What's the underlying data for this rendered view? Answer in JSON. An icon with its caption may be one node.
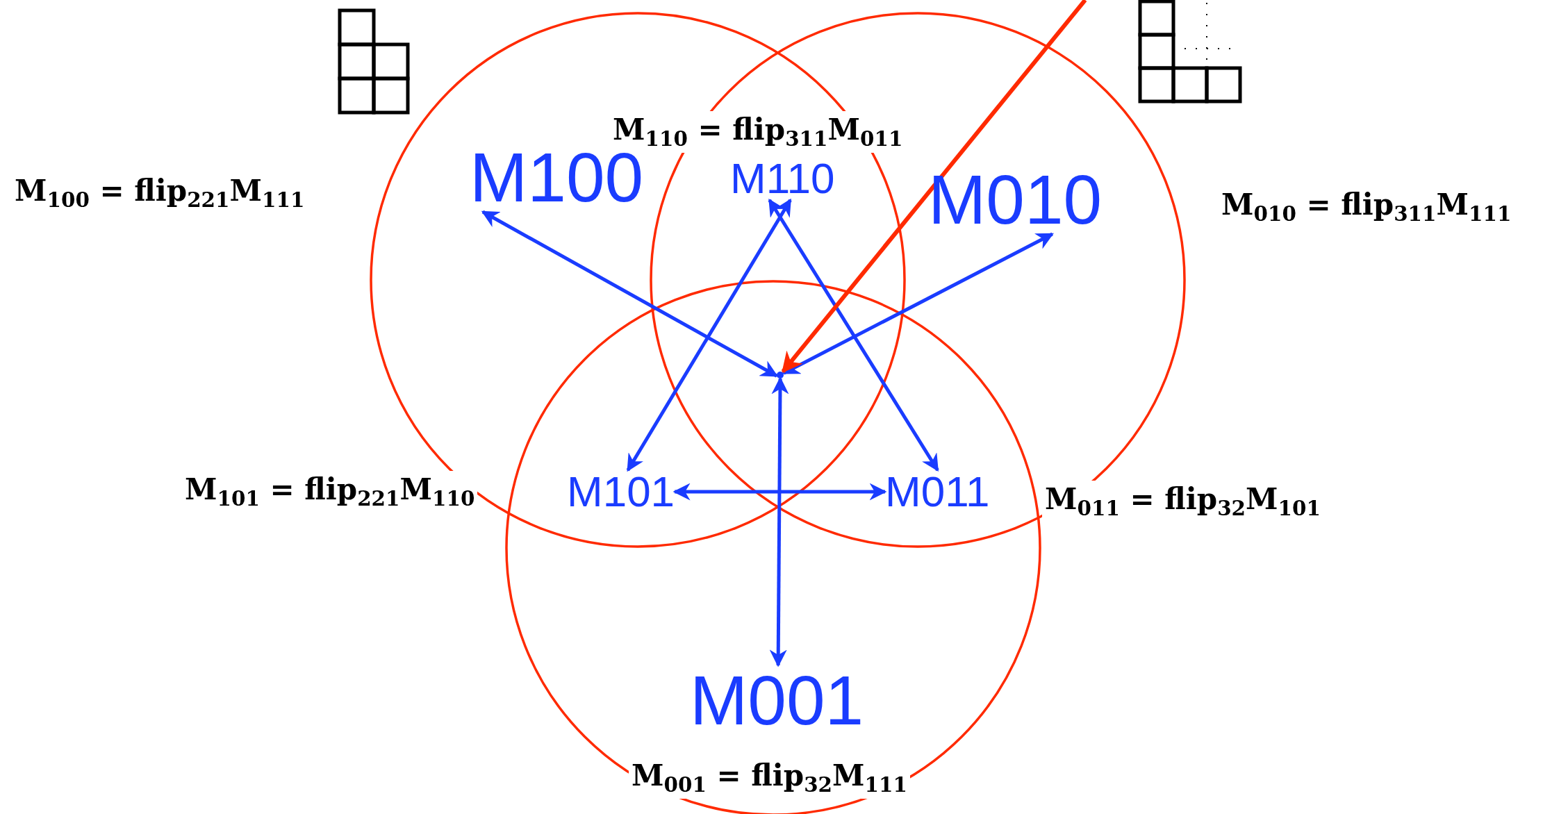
{
  "diagram": {
    "nodes": [
      {
        "text": [
          "M100"
        ]
      },
      {
        "text": [
          "M110"
        ]
      },
      {
        "text": [
          "M010"
        ]
      },
      {
        "text": [
          "M101"
        ]
      },
      {
        "text": [
          "M011"
        ]
      },
      {
        "text": [
          "M001"
        ]
      },
      {
        "text": [],
        "shape": "point"
      }
    ],
    "edges": [
      {
        "from": 6,
        "to": 0,
        "arrow": "both"
      },
      {
        "from": 6,
        "to": 2,
        "arrow": "both"
      },
      {
        "from": 1,
        "to": 3,
        "arrow": "both"
      },
      {
        "from": 1,
        "to": 4,
        "arrow": "both"
      },
      {
        "from": 3,
        "to": 4,
        "arrow": "both"
      },
      {
        "from": 6,
        "to": 5,
        "arrow": "both"
      },
      {
        "from": null,
        "to": 6,
        "arrow": "to",
        "color": "#ff2a00"
      }
    ],
    "labels": [
      "M$_{110}$ = flip$_{311}$M$_{011}$",
      "M$_{100}$ = flip$_{221}$M$_{111}$",
      "M$_{010}$ = flip$_{311}$M$_{111}$",
      "M$_{101}$ = flip$_{221}$M$_{110}$",
      "M$_{011}$ = flip$_{32}$M$_{101}$",
      "M$_{001}$ = flip$_{32}$M$_{111}$"
    ]
  }
}
